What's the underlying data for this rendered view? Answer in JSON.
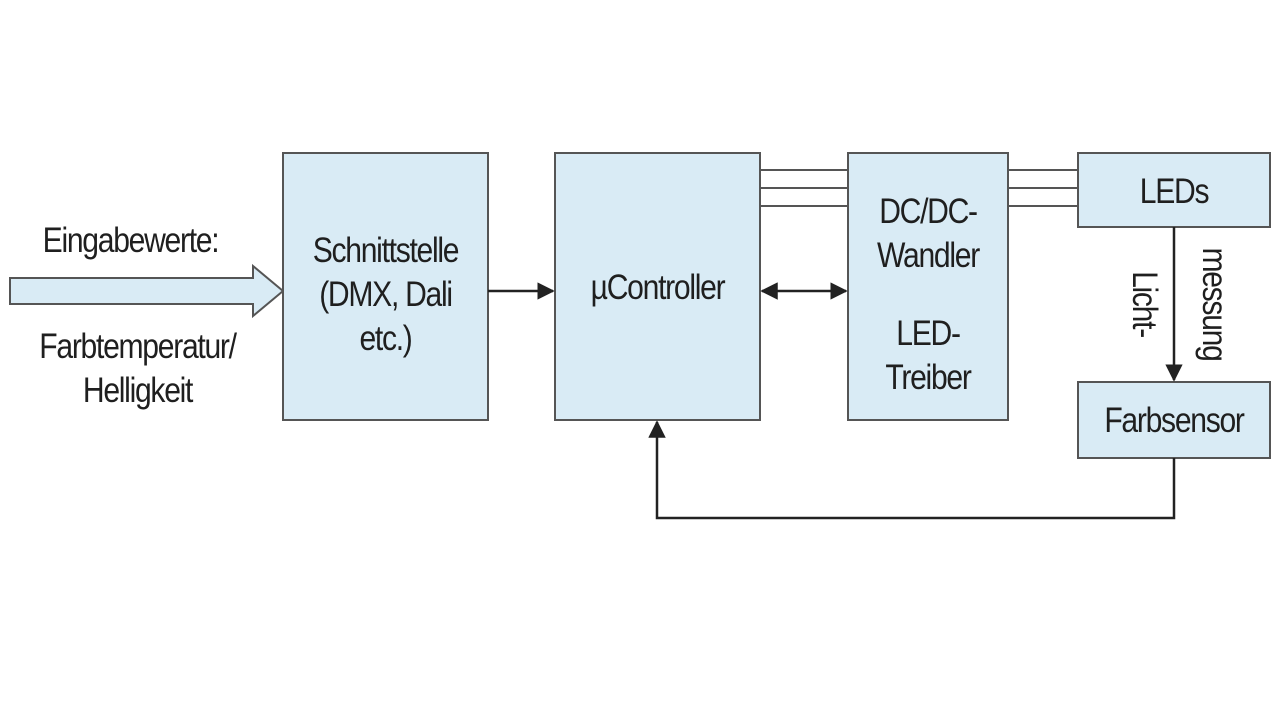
{
  "colors": {
    "box_fill": "#d9ebf5",
    "box_stroke": "#555555",
    "line": "#222222",
    "text": "#1f1f1f"
  },
  "input": {
    "label_top": "Eingabewerte:",
    "label_bottom_line1": "Farbtemperatur/",
    "label_bottom_line2": "Helligkeit"
  },
  "blocks": {
    "interface": {
      "line1": "Schnittstelle",
      "line2": "(DMX, Dali",
      "line3": "etc.)"
    },
    "controller": {
      "line1": "µController"
    },
    "driver": {
      "line1": "DC/DC-",
      "line2": "Wandler",
      "line3": "LED-",
      "line4": "Treiber"
    },
    "leds": {
      "line1": "LEDs"
    },
    "sensor": {
      "line1": "Farbsensor"
    }
  },
  "edges": {
    "light_measurement": {
      "line1": "Licht-",
      "line2": "messung"
    }
  }
}
